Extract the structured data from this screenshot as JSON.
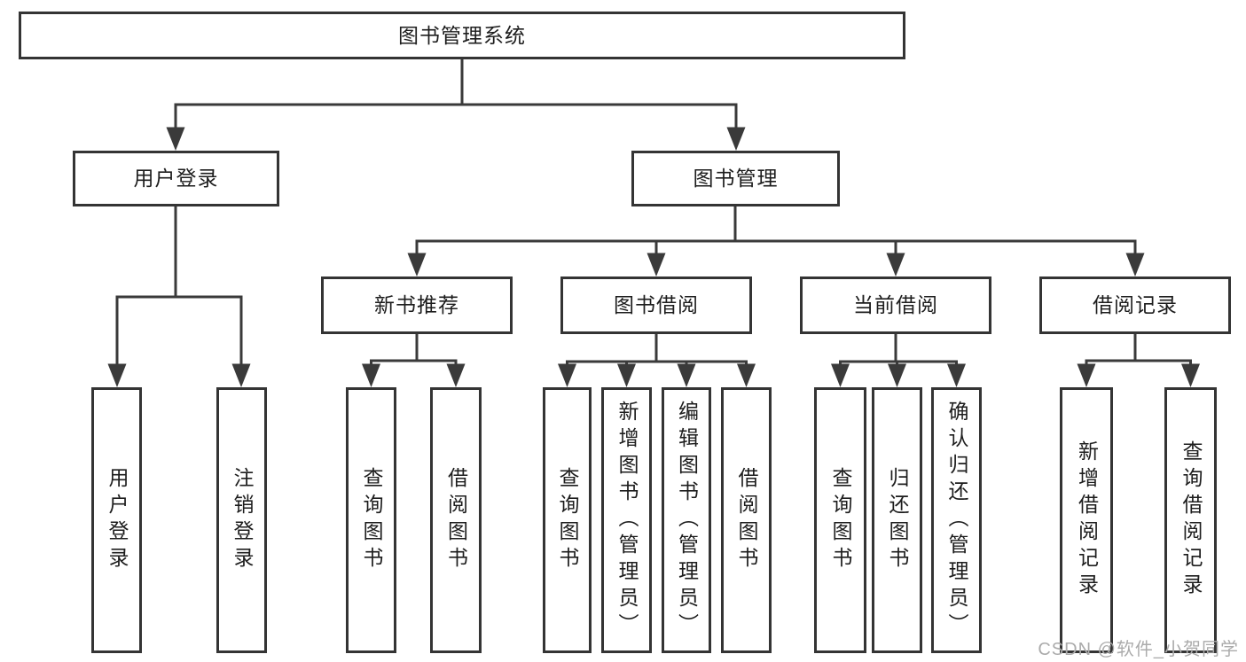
{
  "tree": {
    "label": "图书管理系统",
    "children": [
      {
        "label": "用户登录",
        "children": [
          {
            "label": "用户登录"
          },
          {
            "label": "注销登录"
          }
        ]
      },
      {
        "label": "图书管理",
        "children": [
          {
            "label": "新书推荐",
            "children": [
              {
                "label": "查询图书"
              },
              {
                "label": "借阅图书"
              }
            ]
          },
          {
            "label": "图书借阅",
            "children": [
              {
                "label": "查询图书"
              },
              {
                "label": "新增图书（管理员）"
              },
              {
                "label": "编辑图书（管理员）"
              },
              {
                "label": "借阅图书"
              }
            ]
          },
          {
            "label": "当前借阅",
            "children": [
              {
                "label": "查询图书"
              },
              {
                "label": "归还图书"
              },
              {
                "label": "确认归还（管理员）"
              }
            ]
          },
          {
            "label": "借阅记录",
            "children": [
              {
                "label": "新增借阅记录"
              },
              {
                "label": "查询借阅记录"
              }
            ]
          }
        ]
      }
    ]
  },
  "watermark": {
    "text": "CSDN @软件_小贺同学"
  },
  "colors": {
    "line": "#3a3a3a",
    "box_border": "#343434",
    "text": "#1d1d1d",
    "watermark": "#ababab",
    "background": "#ffffff"
  }
}
